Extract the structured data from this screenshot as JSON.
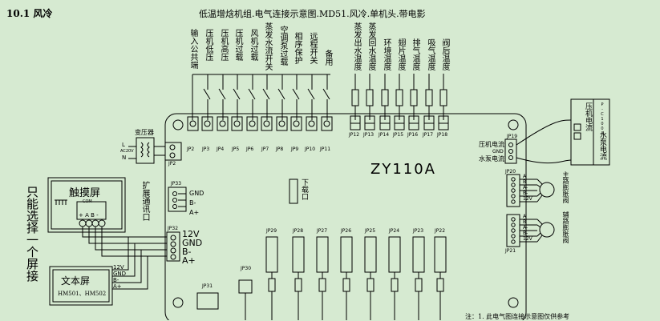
{
  "section_heading": "10.1 风冷",
  "diagram_title": "低温增焓机组.电气连接示意图.MD51.风冷.单机头.带电影",
  "board_label": "ZY110A",
  "input_labels": [
    "输入公共端",
    "压机低压",
    "压机高压",
    "压机过载",
    "风机过载",
    "蒸发水流开关",
    "空调泵过载",
    "相序保护",
    "远程开关",
    "备用"
  ],
  "input_ports": [
    "JP2",
    "JP3",
    "JP4",
    "JP5",
    "JP6",
    "JP7",
    "JP8",
    "JP9",
    "JP10",
    "JP11"
  ],
  "temp_labels": [
    "蒸发出水温度",
    "蒸发回水温度",
    "环境温度",
    "翅片温度",
    "排气温度",
    "吸气温度",
    "阀后温度"
  ],
  "temp_ports": [
    "JP12",
    "JP13",
    "JP14",
    "JP15",
    "JP16",
    "JP17",
    "JP18"
  ],
  "relay_ports": [
    "JP29",
    "JP28",
    "JP27",
    "JP26",
    "JP25",
    "JP24",
    "JP23",
    "JP22"
  ],
  "transformer": {
    "label": "变压器",
    "l": "L",
    "n": "N",
    "voltage": "AC20V",
    "port": "JP2"
  },
  "expansion": {
    "label": "扩展通讯口",
    "port": "JP33",
    "pins": [
      "GND",
      "B-",
      "A+"
    ]
  },
  "download_label": "下载口",
  "jp30_label": "JP30",
  "jp31_label": "JP31",
  "touch_screen": {
    "title": "触摸屏",
    "com": "COM",
    "pins": "+ A B -"
  },
  "text_screen": {
    "title": "文本屏",
    "models": "HM501、HM502",
    "pins": [
      "12V",
      "GND",
      "B-",
      "A+"
    ]
  },
  "jp32": {
    "port": "JP32",
    "pins": [
      "12V",
      "GND",
      "B-",
      "A+"
    ]
  },
  "side_note": "只能选择一个屏接",
  "jp19": {
    "port": "JP19",
    "labels": [
      "压机电流",
      "GND",
      "水泵电流"
    ]
  },
  "ct_box": {
    "left": "压机电流",
    "right": "水泵电流",
    "model": "P-C100A"
  },
  "jp20": {
    "port": "JP20",
    "pins": [
      "A",
      "B",
      "A-",
      "B-",
      "12V"
    ],
    "valve": "主路膨胀阀"
  },
  "jp21": {
    "port": "JP21",
    "pins": [
      "A",
      "B",
      "A-",
      "B-",
      "12V"
    ],
    "valve": "辅路膨胀阀"
  },
  "footnote": "注：1. 此电气图连接示意图仅供参考"
}
